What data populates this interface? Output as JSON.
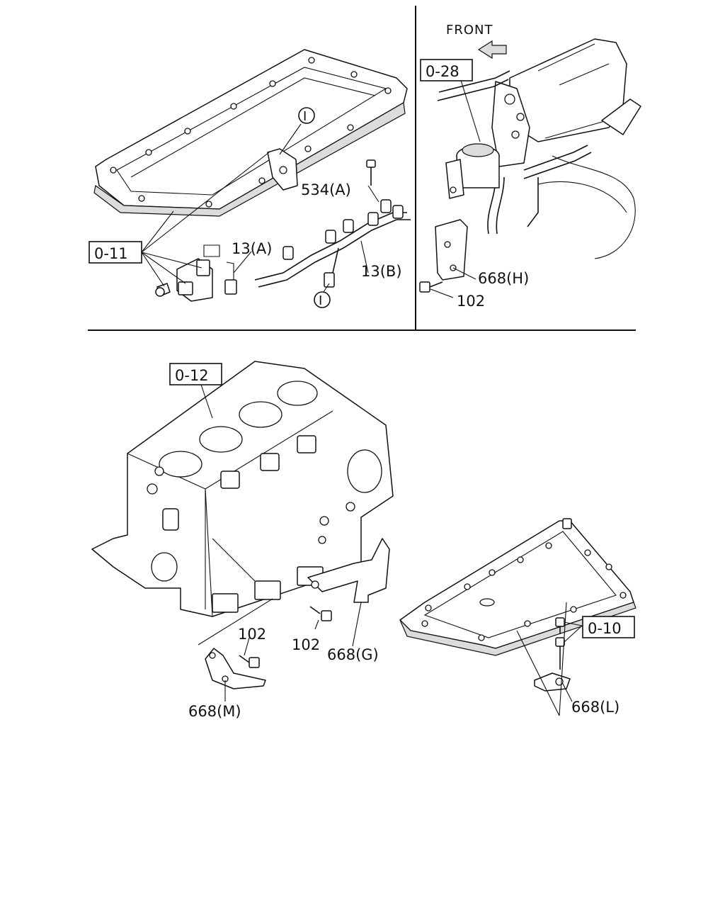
{
  "callouts": {
    "front": "FRONT",
    "ref_0_11": "0-11",
    "ref_0_28": "0-28",
    "ref_0_12": "0-12",
    "ref_0_10": "0-10",
    "circle_i_top": "I",
    "circle_i_bottom": "I",
    "p534a": "534(A)",
    "p13a": "13(A)",
    "p13b": "13(B)",
    "p668h": "668(H)",
    "p102_top": "102",
    "p102_center": "102",
    "p102_left": "102",
    "p668g": "668(G)",
    "p668m": "668(M)",
    "p668l": "668(L)"
  }
}
